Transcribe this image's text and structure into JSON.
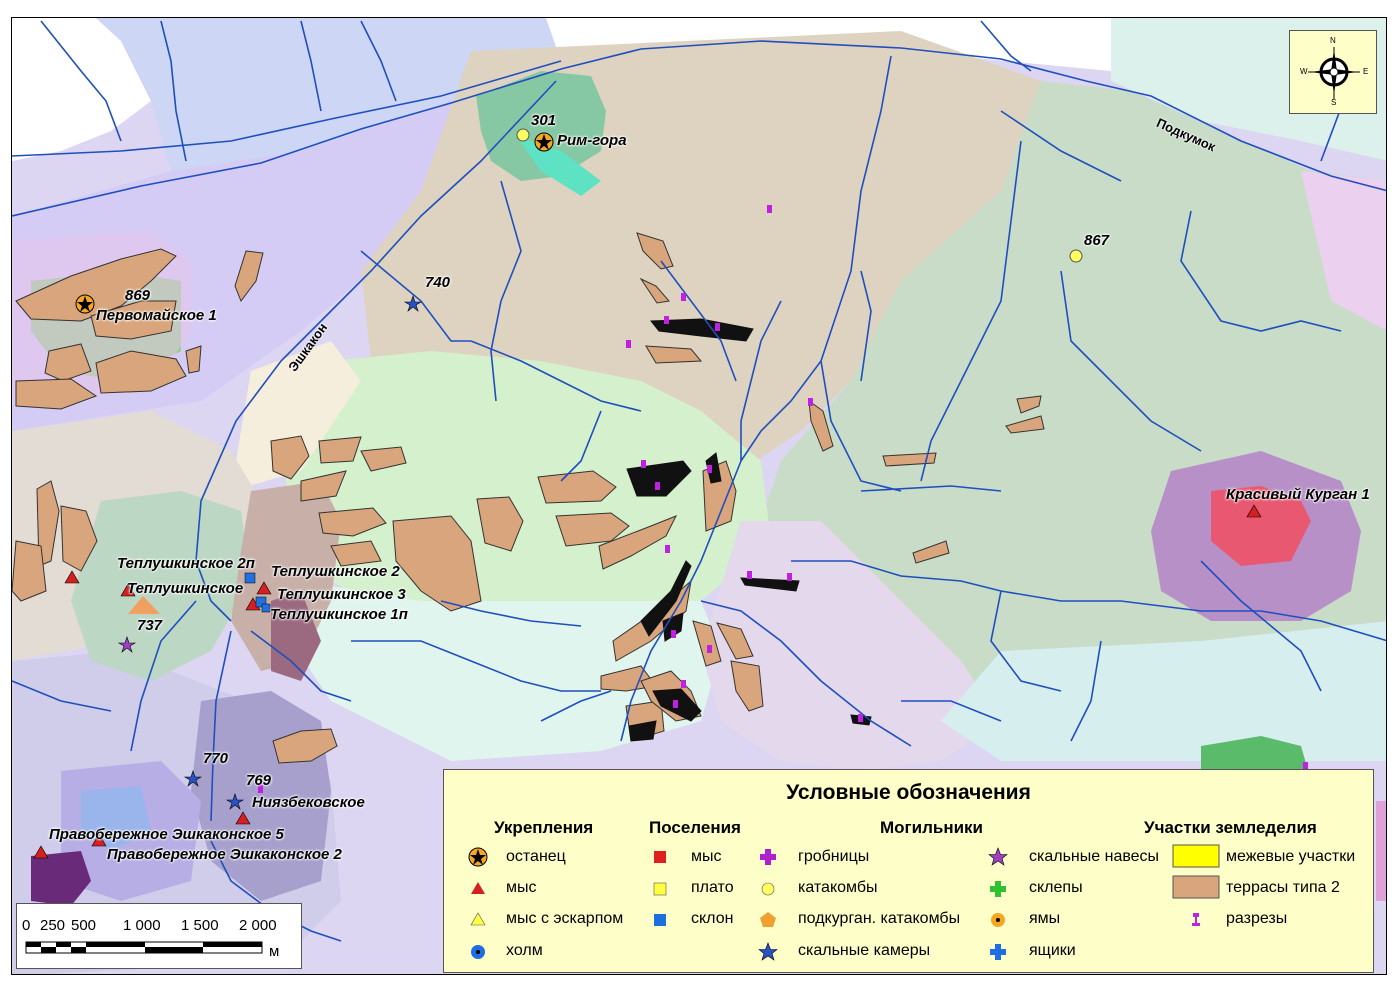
{
  "places": {
    "rim_gora": "Рим-гора",
    "n301": "301",
    "n867": "867",
    "n740": "740",
    "n869": "869",
    "pervomayskoe": "Первомайское 1",
    "krasivy": "Красивый Курган 1",
    "tepl_2p": "Теплушкинское 2п",
    "tepl": "Теплушкинское",
    "tepl_2": "Теплушкинское 2",
    "tepl_3": "Теплушкинское 3",
    "tepl_1p": "Теплушкинское 1п",
    "n737": "737",
    "n770": "770",
    "n769": "769",
    "niyazbek": "Ниязбековское",
    "pravo5": "Правобережное Эшкаконское 5",
    "pravo2": "Правобережное Эшкаконское 2"
  },
  "rivers": {
    "podkumok": "Подкумок",
    "eshkakon": "Эшкакон"
  },
  "compass": {
    "n": "N",
    "s": "S",
    "e": "E",
    "w": "W"
  },
  "legend": {
    "title": "Условные обозначения",
    "groups": {
      "forts": "Укрепления",
      "settlements": "Поселения",
      "cemeteries": "Могильники",
      "farming": "Участки земледелия"
    },
    "forts": [
      {
        "label": "останец",
        "icon": "star-in-circle-icon"
      },
      {
        "label": "мыс",
        "icon": "red-triangle-icon"
      },
      {
        "label": "мыс с эскарпом",
        "icon": "yellow-triangle-icon"
      },
      {
        "label": "холм",
        "icon": "blue-dot-circle-icon"
      }
    ],
    "settlements": [
      {
        "label": "мыс",
        "icon": "red-square-icon"
      },
      {
        "label": "плато",
        "icon": "yellow-square-icon"
      },
      {
        "label": "склон",
        "icon": "blue-square-icon"
      }
    ],
    "cemeteries_a": [
      {
        "label": "гробницы",
        "icon": "purple-cross-icon"
      },
      {
        "label": "катакомбы",
        "icon": "yellow-circle-icon"
      },
      {
        "label": "подкурган. катакомбы",
        "icon": "orange-pentagon-icon"
      },
      {
        "label": "скальные камеры",
        "icon": "blue-star-icon"
      }
    ],
    "cemeteries_b": [
      {
        "label": "скальные навесы",
        "icon": "purple-star-icon"
      },
      {
        "label": "склепы",
        "icon": "green-cross-icon"
      },
      {
        "label": "ямы",
        "icon": "orange-dot-circle-icon"
      },
      {
        "label": "ящики",
        "icon": "blue-cross-icon"
      }
    ],
    "farming": [
      {
        "label": "межевые участки",
        "icon": "yellow-rect-icon"
      },
      {
        "label": "террасы типа 2",
        "icon": "tan-rect-icon"
      },
      {
        "label": "разрезы",
        "icon": "pin-icon"
      }
    ]
  },
  "scale": {
    "ticks": [
      "0",
      "250",
      "500",
      "1 000",
      "1 500",
      "2 000"
    ],
    "unit": "м"
  },
  "colors": {
    "river": "#1f4fbf",
    "terrace": "#d9a57c",
    "boundary_tan": "#ddd3c0",
    "green_zone": "#c8dcc8",
    "lavender": "#d4ccf4",
    "legend_bg": "#fefec8"
  }
}
